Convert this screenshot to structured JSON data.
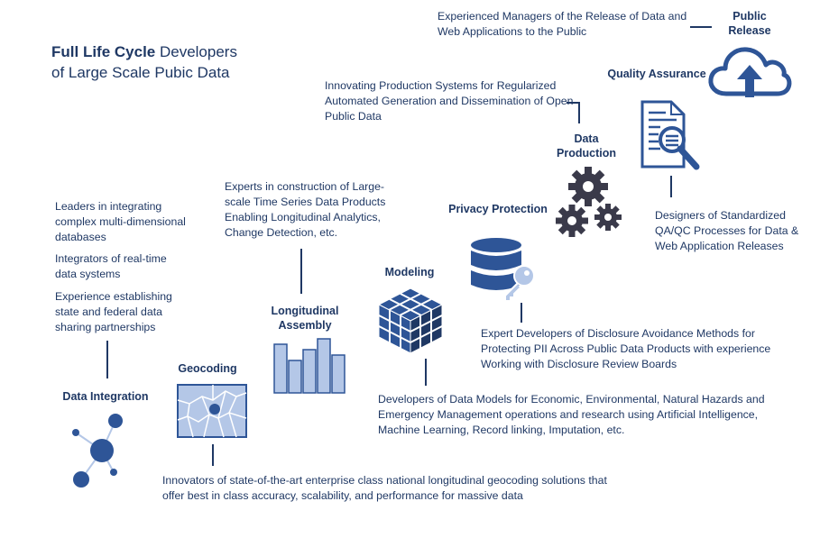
{
  "title": {
    "bold": "Full Life Cycle",
    "line1_rest": " Developers",
    "line2": "of Large Scale Pubic Data"
  },
  "stages": {
    "data_integration": {
      "label": "Data Integration",
      "descriptions": [
        "Leaders in integrating complex multi-dimensional databases",
        "Integrators of real-time data systems",
        "Experience establishing state and federal data sharing partnerships"
      ]
    },
    "geocoding": {
      "label": "Geocoding",
      "description": "Innovators of state-of-the-art enterprise class national longitudinal geocoding solutions that offer best in class accuracy, scalability, and performance for massive data"
    },
    "longitudinal_assembly": {
      "label_line1": "Longitudinal",
      "label_line2": "Assembly",
      "description": "Experts in construction of Large-scale Time Series Data Products Enabling Longitudinal Analytics, Change Detection, etc."
    },
    "modeling": {
      "label": "Modeling",
      "description": "Developers of Data Models for Economic, Environmental, Natural Hazards and Emergency Management operations and research using Artificial Intelligence, Machine Learning, Record linking, Imputation, etc."
    },
    "privacy_protection": {
      "label": "Privacy Protection",
      "description": "Expert Developers of Disclosure Avoidance Methods for Protecting PII Across Public Data Products with experience Working with Disclosure Review Boards"
    },
    "data_production": {
      "label_line1": "Data",
      "label_line2": "Production",
      "description": "Innovating Production Systems for Regularized Automated Generation and Dissemination of Open Public Data"
    },
    "quality_assurance": {
      "label": "Quality Assurance",
      "description": "Designers of Standardized QA/QC Processes for Data & Web Application Releases"
    },
    "public_release": {
      "label_line1": "Public",
      "label_line2": "Release",
      "description": "Experienced Managers of the Release of Data and Web Applications to the Public"
    }
  },
  "icons": {
    "data_integration": "network-icon",
    "geocoding": "map-icon",
    "longitudinal_assembly": "bar-chart-icon",
    "modeling": "cube-icon",
    "privacy_protection": "database-key-icon",
    "data_production": "gears-icon",
    "quality_assurance": "document-search-icon",
    "public_release": "cloud-upload-icon"
  },
  "colors": {
    "primary": "#1f3864",
    "accent": "#2e5597",
    "light": "#b4c7e7"
  }
}
